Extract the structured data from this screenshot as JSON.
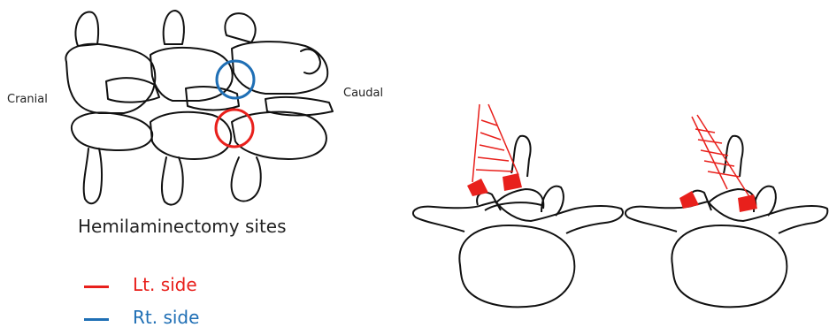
{
  "labels": {
    "cranial": "Cranial",
    "caudal": "Caudal",
    "sites_title": "Hemilaminectomy sites"
  },
  "legend": [
    {
      "label": "Lt. side",
      "color": "#e8201c"
    },
    {
      "label": "Rt. side",
      "color": "#1f6fb5"
    }
  ],
  "colors": {
    "outline": "#111111",
    "left_side": "#e8201c",
    "right_side": "#1f6fb5"
  }
}
